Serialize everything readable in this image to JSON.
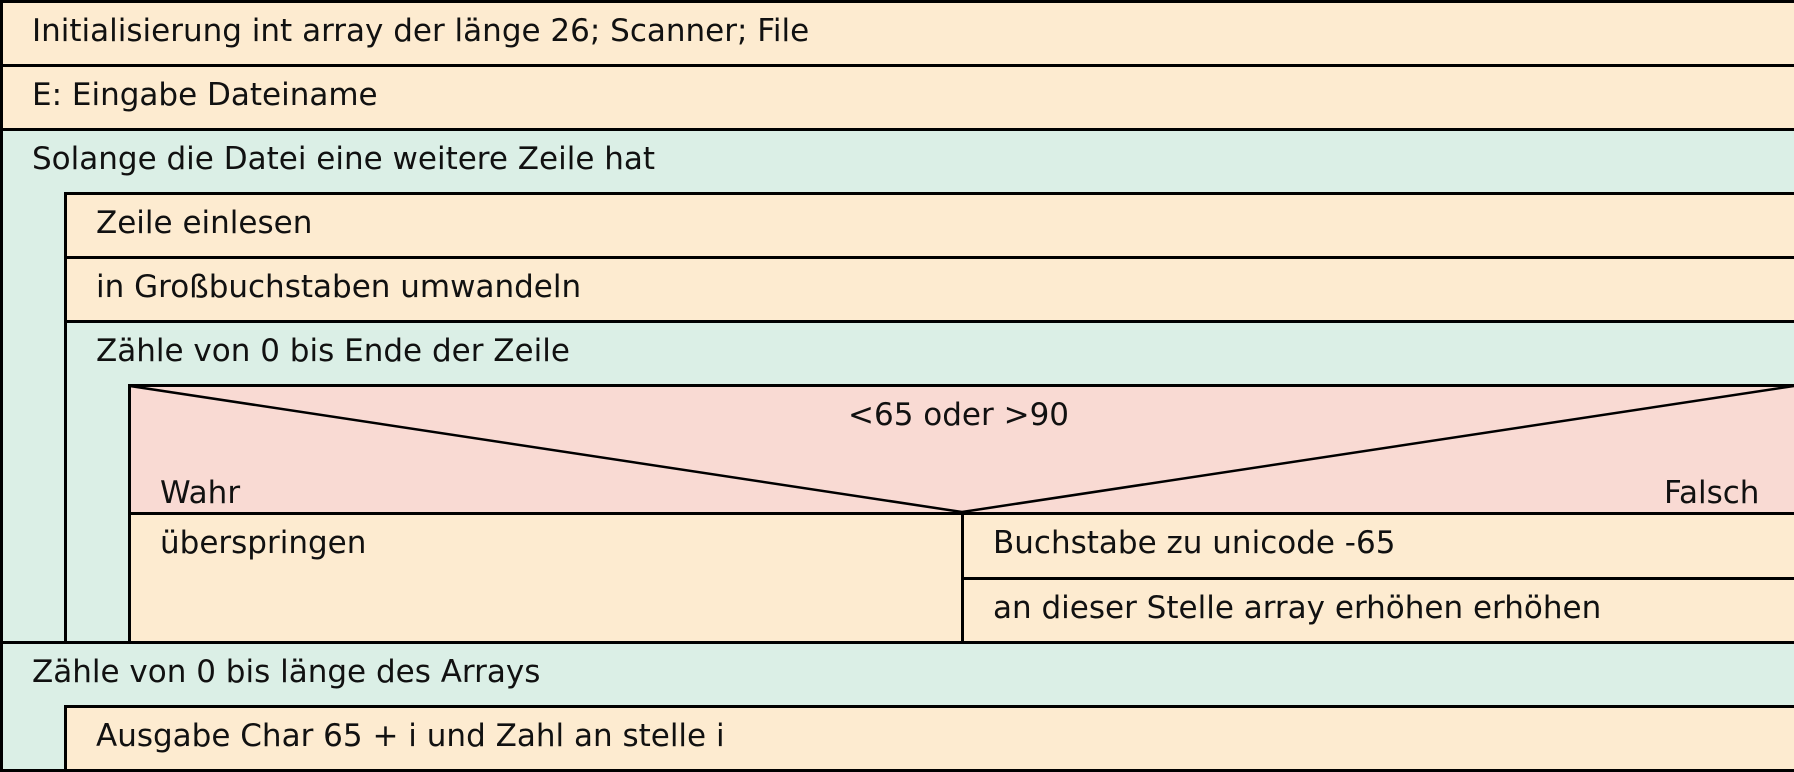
{
  "colors": {
    "process": "#fdebd0",
    "loop": "#dbefe6",
    "condition": "#f9dad3",
    "border": "#000000",
    "text": "#111111"
  },
  "diagram": {
    "init_text": "Initialisierung int array der länge 26; Scanner; File",
    "input_text": "E: Eingabe Dateiname",
    "outer_loop": {
      "header": "Solange die Datei eine weitere Zeile hat",
      "read_line": "Zeile einlesen",
      "to_upper": "in Großbuchstaben umwandeln",
      "inner_loop": {
        "header": "Zähle von 0 bis Ende der Zeile",
        "condition": {
          "text": "<65 oder >90",
          "true_label": "Wahr",
          "false_label": "Falsch",
          "true_action": "überspringen",
          "false_actions": [
            "Buchstabe zu unicode -65",
            "an dieser Stelle array erhöhen erhöhen"
          ]
        }
      }
    },
    "output_loop": {
      "header": "Zähle von 0 bis länge des Arrays",
      "output_text": "Ausgabe Char 65 + i und Zahl an stelle i"
    }
  }
}
